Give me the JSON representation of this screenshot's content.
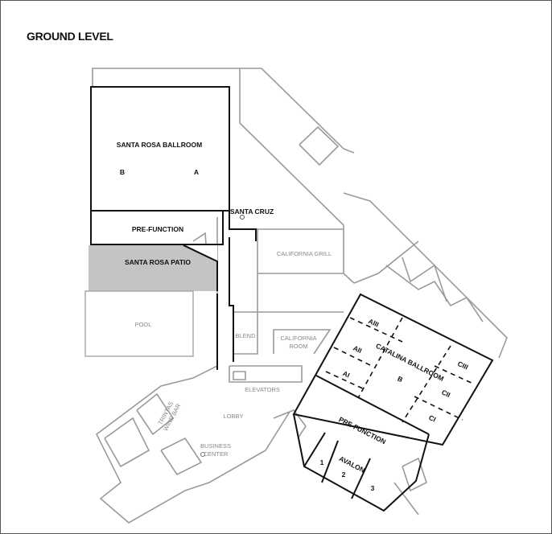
{
  "title": "GROUND LEVEL",
  "rooms": {
    "santa_rosa_ballroom": "SANTA ROSA BALLROOM",
    "section_b": "B",
    "section_a": "A",
    "pre_function_west": "PRE-FUNCTION",
    "santa_rosa_patio": "SANTA ROSA PATIO",
    "pool": "POOL",
    "santa_cruz": "SANTA CRUZ",
    "california_grill": "CALIFORNIA GRILL",
    "blend": "BLEND",
    "california_room_1": "CALIFORNIA",
    "california_room_2": "ROOM",
    "elevators": "ELEVATORS",
    "lobby": "LOBBY",
    "trintas_1": "TRINTAS",
    "trintas_2": "WINE BAR",
    "business_1": "BUSINESS",
    "business_2": "CENTER",
    "catalina_ballroom": "CATALINA BALLROOM",
    "aiii": "AIII",
    "aii": "AII",
    "ai": "AI",
    "cat_b": "B",
    "ciii": "CIII",
    "cii": "CII",
    "ci": "CI",
    "pre_function_east": "PRE-FUNCTION",
    "avalon": "AVALON",
    "avalon_1": "1",
    "avalon_2": "2",
    "avalon_3": "3"
  },
  "colors": {
    "patio": "#c4c4c4",
    "walls": "#111111",
    "secondary_walls": "#9a9a9a"
  }
}
